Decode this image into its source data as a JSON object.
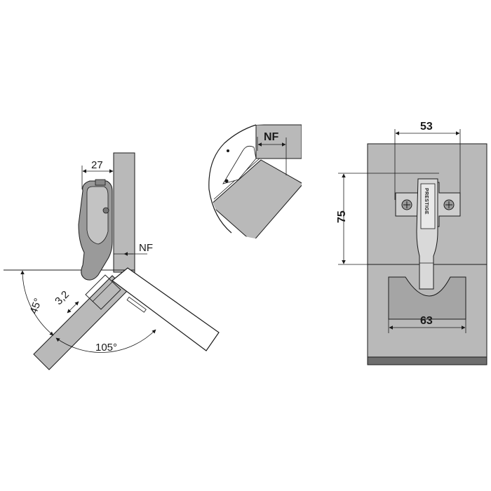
{
  "dimensions": {
    "cup_offset": "27",
    "nf_side": "NF",
    "overlay": "3,2",
    "angle_small": "45°",
    "angle_open": "105°",
    "nf_detail": "NF",
    "hole_spacing": "53",
    "plate_height": "75",
    "cup_spacing": "63"
  },
  "brand": "PRESTIGE",
  "colors": {
    "panel": "#b9b9b9",
    "panel_dark": "#6e6e6e",
    "hinge": "#9a9a9a",
    "line": "#1a1a1a"
  }
}
